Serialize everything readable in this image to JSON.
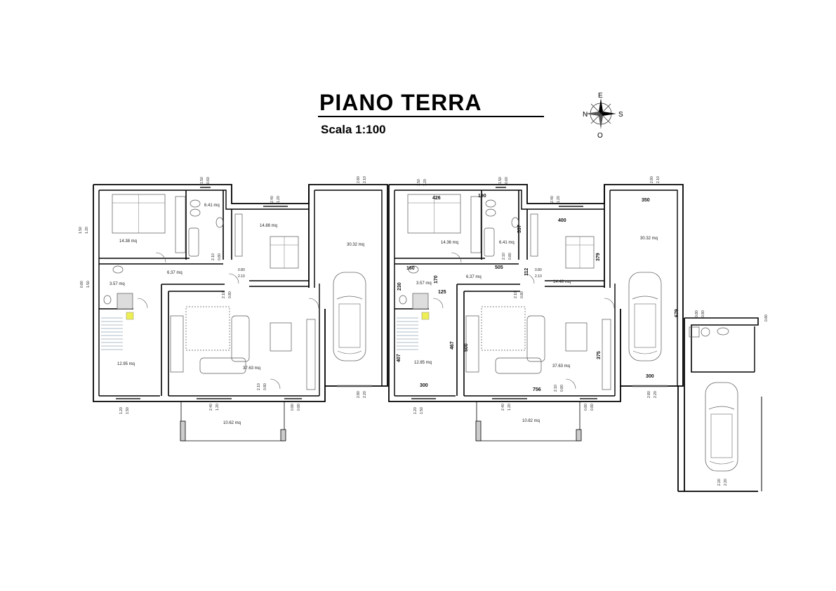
{
  "header": {
    "title": "PIANO TERRA",
    "scale": "Scala 1:100"
  },
  "compass": {
    "north": "N",
    "east": "E",
    "south": "S",
    "west": "O"
  },
  "unit_a": {
    "rooms": [
      "14.38 mq",
      "6.41 mq",
      "14.88 mq",
      "6.37 mq",
      "3.57 mq",
      "12.95 mq",
      "37.63 mq",
      "30.32 mq",
      "10.62 mq"
    ],
    "openings": [
      "1.50",
      "0.60",
      "2.40",
      "1.20",
      "1.50",
      "1.20",
      "0.80",
      "1.50",
      "2.10",
      "0.80",
      "0.80",
      "2.10",
      "2.10",
      "0.80",
      "1.20",
      "1.50",
      "2.40",
      "1.20",
      "2.10",
      "0.80",
      "0.80",
      "0.80",
      "2.80",
      "2.10",
      "2.80",
      "2.20"
    ]
  },
  "unit_b": {
    "rooms": [
      "14.36 mq",
      "6.41 mq",
      "14.48 mq",
      "6.37 mq",
      "3.57 mq",
      "12.85 mq",
      "37.63 mq",
      "30.32 mq",
      "10.82 mq"
    ],
    "dimensions": [
      "426",
      "190",
      "337",
      "400",
      "379",
      "160",
      "505",
      "112",
      "170",
      "230",
      "125",
      "407",
      "467",
      "500",
      "300",
      "756",
      "375",
      "350",
      "679",
      "300"
    ],
    "openings": [
      "1.50",
      "1.20",
      "1.50",
      "0.60",
      "2.40",
      "1.20",
      "2.10",
      "0.80",
      "0.80",
      "2.10",
      "2.10",
      "0.80",
      "1.20",
      "1.50",
      "2.40",
      "1.20",
      "2.10",
      "0.80",
      "0.80",
      "0.80",
      "2.80",
      "2.10",
      "2.80",
      "2.20"
    ]
  },
  "annex": {
    "openings": [
      "0.80",
      "0.80",
      "0.80",
      "2.20",
      "2.20"
    ]
  }
}
